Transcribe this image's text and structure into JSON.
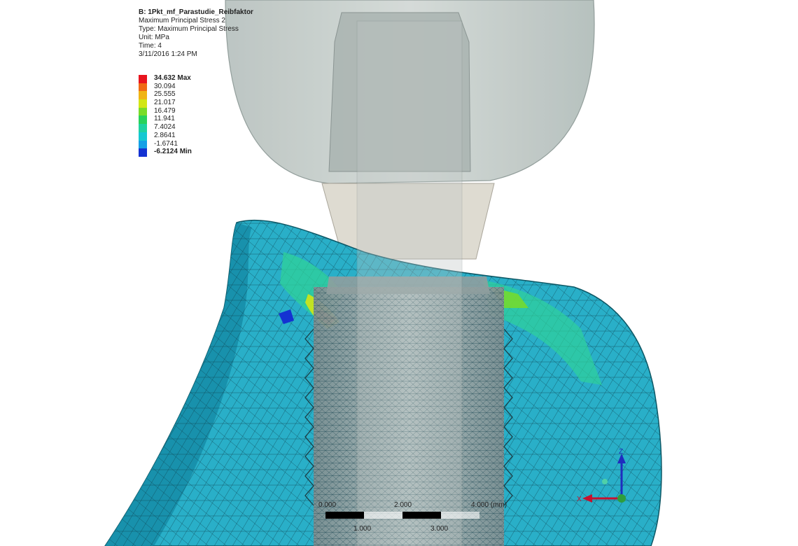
{
  "result_info": {
    "title": "B: 1Pkt_mf_Parastudie_Reibfaktor",
    "result_name": "Maximum Principal Stress 2",
    "type_line": "Type: Maximum Principal Stress",
    "unit_line": "Unit: MPa",
    "time_line": "Time: 4",
    "date_line": "3/11/2016 1:24 PM"
  },
  "legend": {
    "entries": [
      {
        "label": "34.632 Max",
        "color": "#e8141e",
        "bold": true
      },
      {
        "label": "30.094",
        "color": "#f06a14",
        "bold": false
      },
      {
        "label": "25.555",
        "color": "#f0b414",
        "bold": false
      },
      {
        "label": "21.017",
        "color": "#d2e614",
        "bold": false
      },
      {
        "label": "16.479",
        "color": "#78dc28",
        "bold": false
      },
      {
        "label": "11.941",
        "color": "#28d25a",
        "bold": false
      },
      {
        "label": "7.4024",
        "color": "#1ed2a0",
        "bold": false
      },
      {
        "label": "2.8641",
        "color": "#14c8d2",
        "bold": false
      },
      {
        "label": "-1.6741",
        "color": "#14a0e6",
        "bold": false
      },
      {
        "label": "-6.2124 Min",
        "color": "#1432d2",
        "bold": true
      }
    ]
  },
  "scale_bar": {
    "labels": [
      "0.000",
      "2.000",
      "4.000 (mm)",
      "1.000",
      "3.000"
    ]
  },
  "triad": {
    "x_label": "X",
    "z_label": "Z",
    "x_color": "#c8102e",
    "z_color": "#1f2dbf",
    "y_color": "#2e9e3c"
  },
  "colors": {
    "bone": "#29afc8",
    "bone_dark": "#168ea8",
    "crown": "#c4cdca",
    "abutment": "#dedbd1",
    "implant": "#9aa8a8"
  }
}
